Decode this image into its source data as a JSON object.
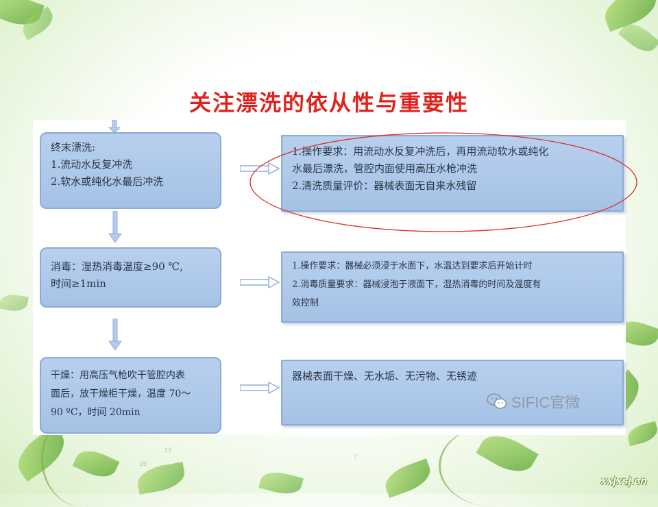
{
  "slide": {
    "title": "关注漂洗的依从性与重要性"
  },
  "flow": {
    "steps": [
      {
        "left": [
          "终末漂洗:",
          "1.流动水反复冲洗",
          "2.软水或纯化水最后冲洗"
        ],
        "right": [
          "1.操作要求：用流动水反复冲洗后，再用流动软水或纯化",
          "水最后漂洗，管腔内面使用高压水枪冲洗",
          "2.清洗质量评价：器械表面无自来水残留"
        ]
      },
      {
        "left": [
          "消毒：湿热消毒温度≥90 ℃,",
          "时间≥1min"
        ],
        "right": [
          "1.操作要求：器械必须浸于水面下，水温达到要求后开始计时",
          "2.消毒质量要求：器械浸泡于液面下，湿热消毒的时间及温度有",
          "效控制"
        ]
      },
      {
        "left": [
          "干燥：用高压气枪吹干管腔内表",
          "面后，放干燥柜干燥，温度 70～",
          "90 ºC，时间 20min"
        ],
        "right": [
          "器械表面干燥、无水垢、无污物、无锈迹"
        ]
      }
    ],
    "highlight_color": "#d9302a",
    "box_color": "#a9c5e8",
    "arrow_color": "#8fb0e0"
  },
  "watermark": {
    "text": "SIFIC官微"
  },
  "page_numbers": {
    "a": "26",
    "b": "13",
    "c": "7"
  },
  "site_mark": {
    "text": "xxjxsj.cn"
  }
}
